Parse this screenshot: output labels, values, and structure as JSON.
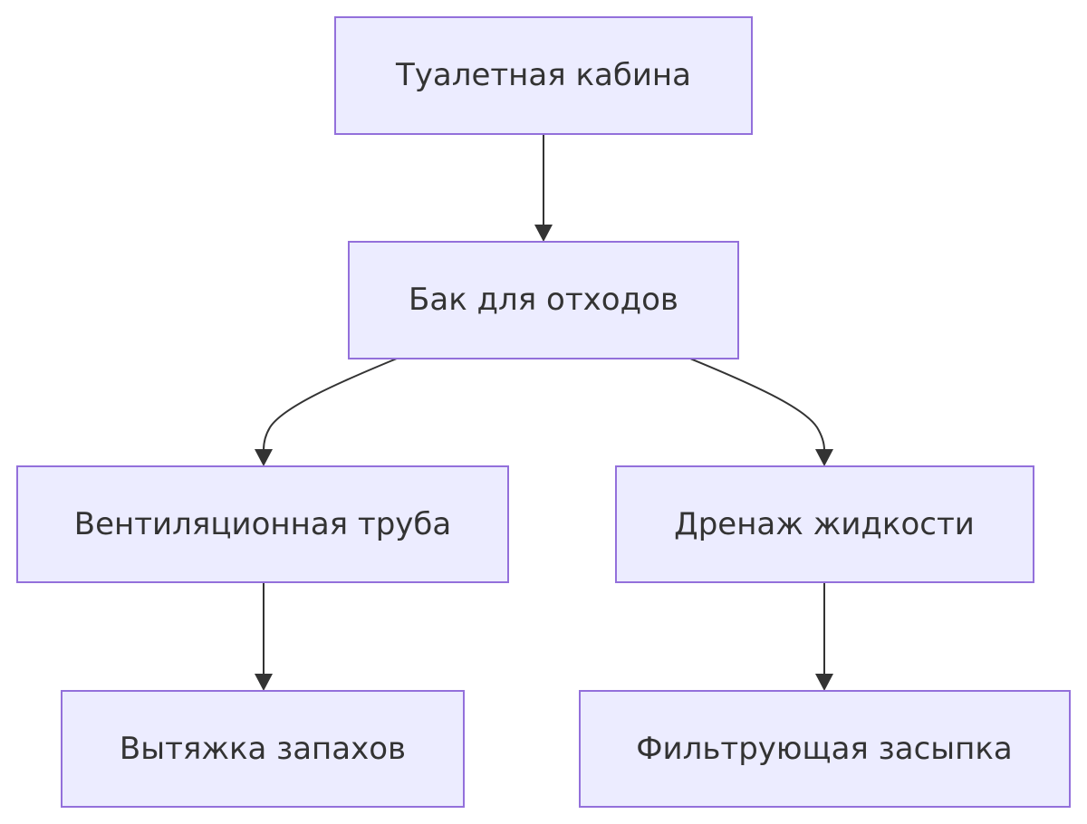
{
  "diagram": {
    "type": "flowchart",
    "direction": "top-down",
    "nodes": [
      {
        "id": "toilet",
        "label": "Туалетная кабина"
      },
      {
        "id": "tank",
        "label": "Бак для отходов"
      },
      {
        "id": "vent",
        "label": "Вентиляционная труба"
      },
      {
        "id": "drain",
        "label": "Дренаж жидкости"
      },
      {
        "id": "exhaust",
        "label": "Вытяжка запахов"
      },
      {
        "id": "filter",
        "label": "Фильтрующая засыпка"
      }
    ],
    "edges": [
      {
        "from": "toilet",
        "to": "tank"
      },
      {
        "from": "tank",
        "to": "vent"
      },
      {
        "from": "tank",
        "to": "drain"
      },
      {
        "from": "vent",
        "to": "exhaust"
      },
      {
        "from": "drain",
        "to": "filter"
      }
    ],
    "colors": {
      "node_fill": "#ececff",
      "node_border": "#9370db",
      "edge": "#333333",
      "text": "#333333"
    }
  }
}
